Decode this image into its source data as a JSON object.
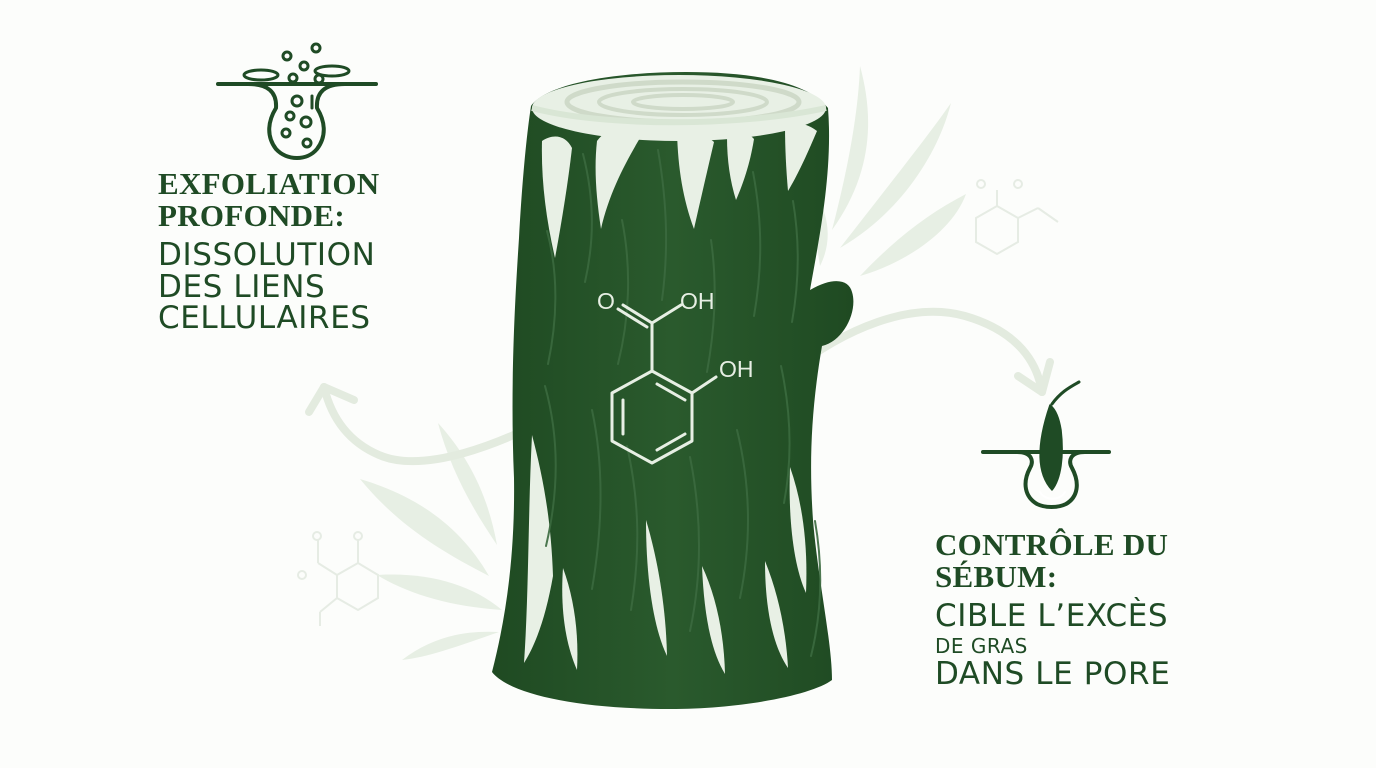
{
  "left": {
    "title_lines": [
      "Exfoliation",
      "Profonde:"
    ],
    "body_lines": [
      "Dissolution",
      "des liens",
      "cellulaires"
    ],
    "icon": "pore-exfoliation-icon"
  },
  "right": {
    "title_lines": [
      "Contrôle du",
      "sébum:"
    ],
    "body_line_1": "Cible l’excès",
    "body_line_2": "de gras",
    "body_line_3": "dans le pore",
    "icon": "hair-follicle-oil-icon"
  },
  "molecule": {
    "label_oh_top": "OH",
    "label_o_top": "O",
    "label_oh_side": "OH"
  },
  "colors": {
    "primary": "#1f4b25",
    "trunk": "#245326",
    "trunk_light": "#e6efe3",
    "accent_soft": "#dfeadb"
  }
}
